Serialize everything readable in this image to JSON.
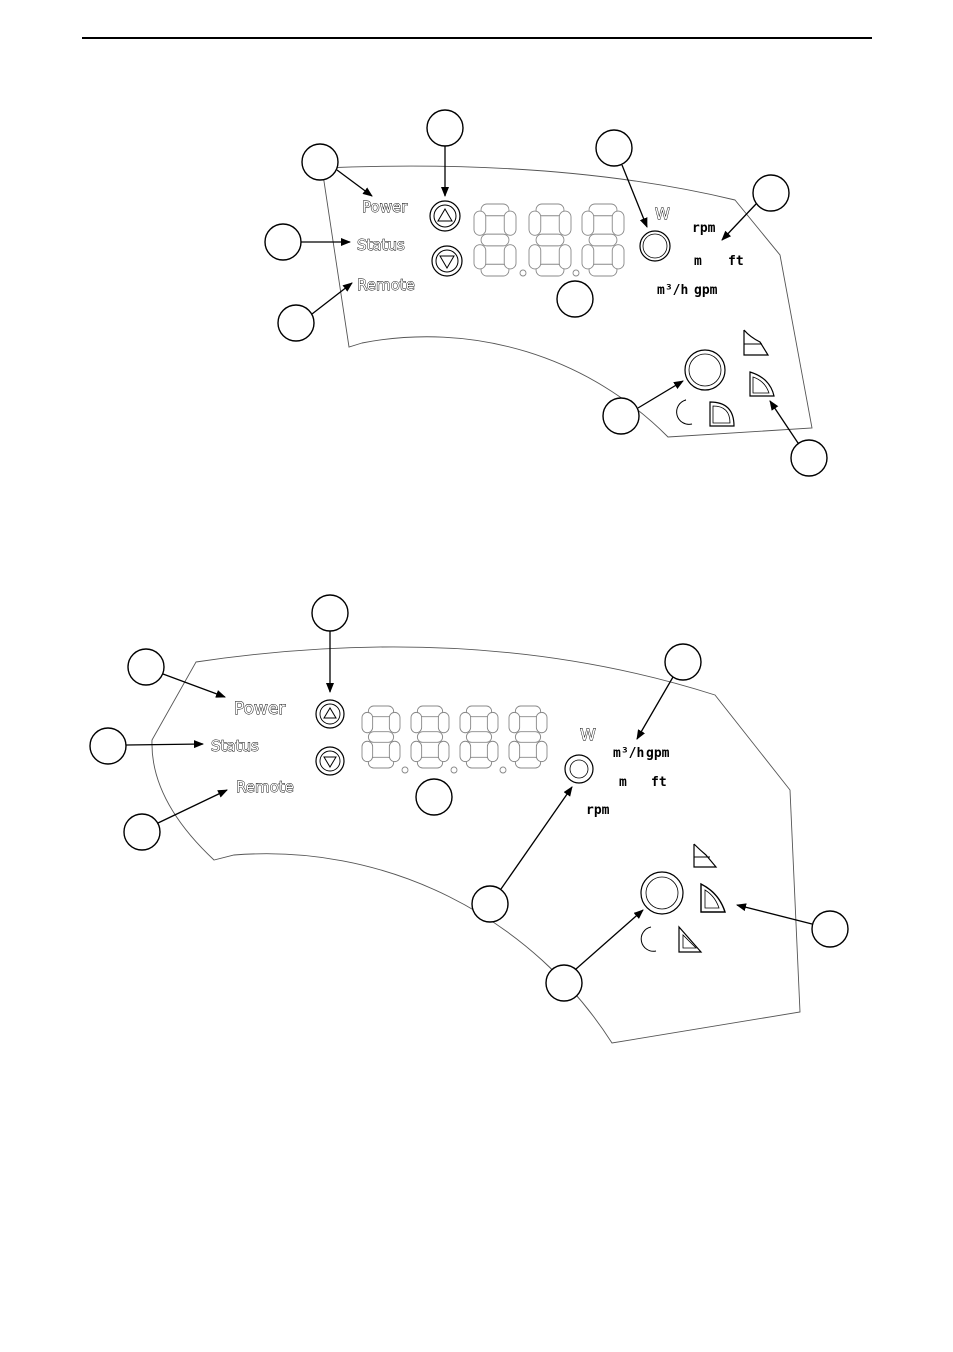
{
  "panel_labels": {
    "power": "Power",
    "status": "Status",
    "remote": "Remote",
    "watt": "W",
    "rpm": "rpm",
    "m": "m",
    "ft": "ft",
    "m3h": "m³/h",
    "gpm": "gpm"
  },
  "panel_a_units": [
    "rpm",
    "m",
    "ft",
    "m³/h",
    "gpm"
  ],
  "panel_b_units": [
    "m³/h",
    "gpm",
    "m",
    "ft",
    "rpm"
  ],
  "icons": [
    "up-arrow-icon",
    "down-arrow-icon",
    "night-mode-moon-icon",
    "proportional-pressure-curve-icon",
    "constant-pressure-curve-icon",
    "constant-curve-icon",
    "mode-select-button-icon",
    "unit-select-button-icon"
  ],
  "colors": {
    "line": "#000000",
    "panel_outline": "#555555",
    "segment": "#888888"
  }
}
